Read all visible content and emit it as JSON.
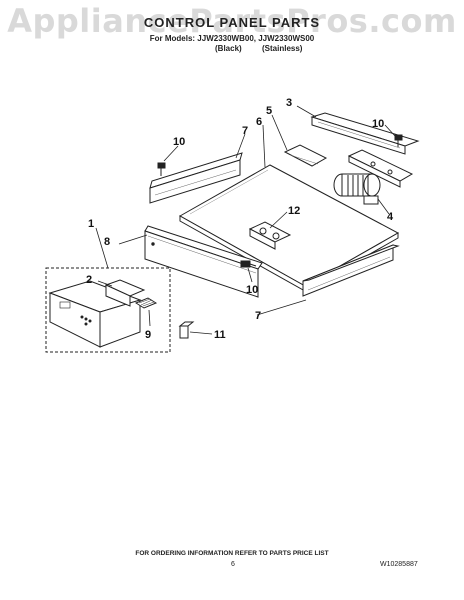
{
  "watermark": "AppliancePartsPros.com",
  "header": {
    "title": "CONTROL PANEL PARTS",
    "models": "For Models: JJW2330WB00, JJW2330WS00",
    "variant_black": "(Black)",
    "variant_stainless": "(Stainless)"
  },
  "callouts": {
    "c1": "1",
    "c2": "2",
    "c3": "3",
    "c4": "4",
    "c5": "5",
    "c6": "6",
    "c7a": "7",
    "c7b": "7",
    "c8": "8",
    "c9": "9",
    "c10a": "10",
    "c10b": "10",
    "c10c": "10",
    "c11": "11",
    "c12": "12"
  },
  "footer": {
    "note": "FOR ORDERING INFORMATION REFER TO PARTS PRICE LIST",
    "page_number": "6",
    "document_number": "W10285887"
  }
}
